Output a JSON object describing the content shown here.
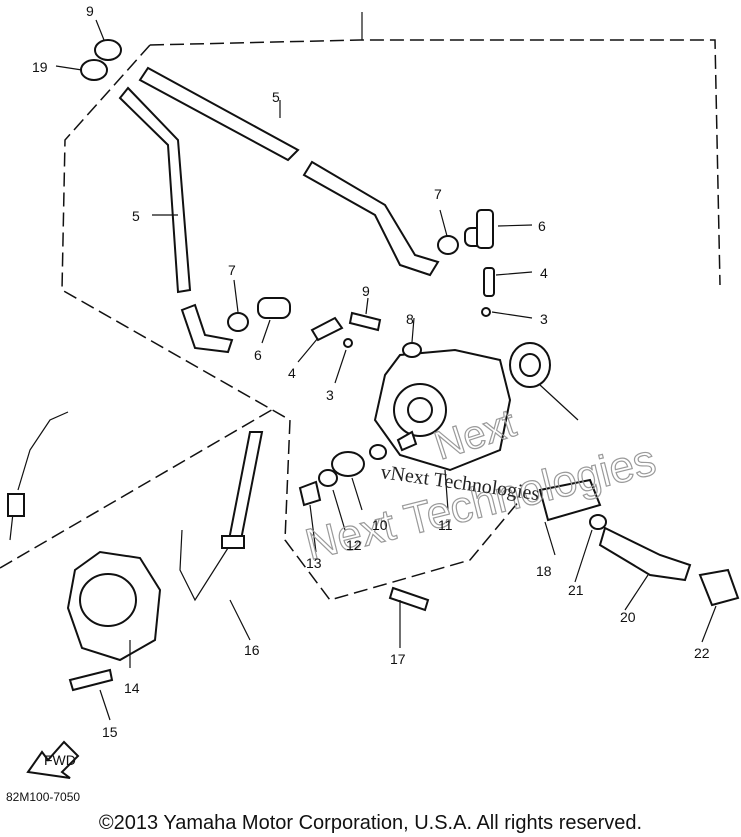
{
  "diagram": {
    "callouts": [
      "9",
      "19",
      "5",
      "5",
      "7",
      "6",
      "7",
      "6",
      "4",
      "3",
      "9",
      "4",
      "3",
      "8",
      "10",
      "11",
      "12",
      "13",
      "18",
      "21",
      "20",
      "22",
      "17",
      "16",
      "14",
      "15"
    ],
    "forward_label": "FWD",
    "watermark_outline": "Next Technologies",
    "watermark_text": "vNext Technologies",
    "diagram_code": "82M100-7050"
  },
  "footer": {
    "copyright": "©2013 Yamaha Motor Corporation, U.S.A. All rights reserved."
  }
}
